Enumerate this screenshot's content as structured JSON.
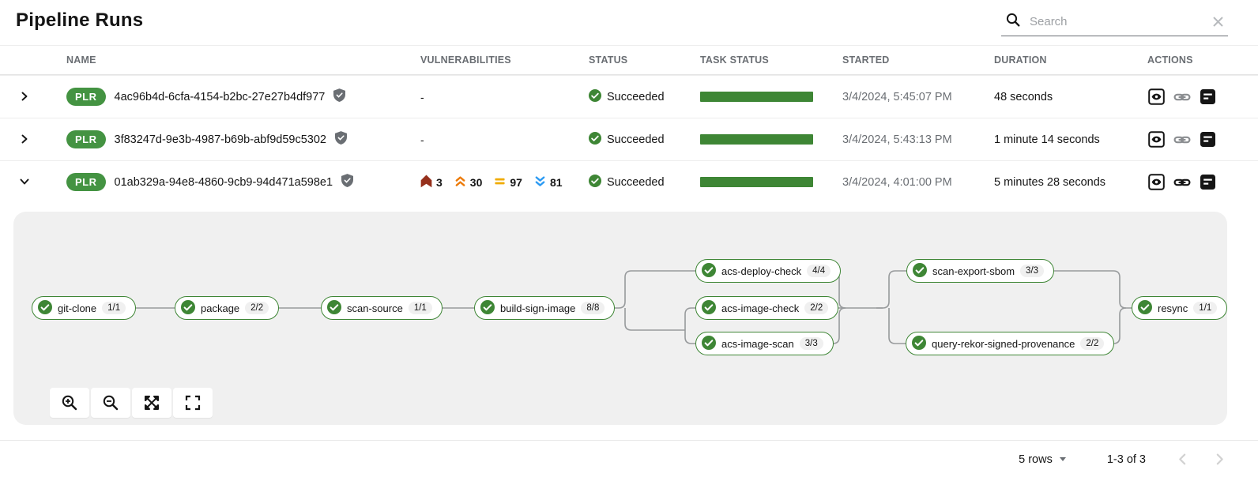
{
  "page_title": "Pipeline Runs",
  "search": {
    "placeholder": "Search",
    "value": ""
  },
  "table": {
    "columns": {
      "name": "NAME",
      "vulnerabilities": "VULNERABILITIES",
      "status": "STATUS",
      "task_status": "TASK STATUS",
      "started": "STARTED",
      "duration": "DURATION",
      "actions": "ACTIONS"
    },
    "rows": [
      {
        "resource_badge": "PLR",
        "name": "4ac96b4d-6cfa-4154-b2bc-27e27b4df977",
        "vulnerabilities": "-",
        "status": "Succeeded",
        "task_status": {
          "succeeded_percent": 100
        },
        "started": "3/4/2024, 5:45:07 PM",
        "duration": "48 seconds",
        "expanded": false
      },
      {
        "resource_badge": "PLR",
        "name": "3f83247d-9e3b-4987-b69b-abf9d59c5302",
        "vulnerabilities": "-",
        "status": "Succeeded",
        "task_status": {
          "succeeded_percent": 100
        },
        "started": "3/4/2024, 5:43:13 PM",
        "duration": "1 minute 14 seconds",
        "expanded": false
      },
      {
        "resource_badge": "PLR",
        "name": "01ab329a-94e8-4860-9cb9-94d471a598e1",
        "vulnerabilities": {
          "critical": "3",
          "high": "30",
          "medium": "97",
          "low": "81"
        },
        "status": "Succeeded",
        "task_status": {
          "succeeded_percent": 100
        },
        "started": "3/4/2024, 4:01:00 PM",
        "duration": "5 minutes 28 seconds",
        "expanded": true
      }
    ]
  },
  "pipeline_graph": {
    "tasks": [
      {
        "label": "git-clone",
        "badge": "1/1",
        "status": "Succeeded"
      },
      {
        "label": "package",
        "badge": "2/2",
        "status": "Succeeded"
      },
      {
        "label": "scan-source",
        "badge": "1/1",
        "status": "Succeeded"
      },
      {
        "label": "build-sign-image",
        "badge": "8/8",
        "status": "Succeeded"
      },
      {
        "label": "acs-deploy-check",
        "badge": "4/4",
        "status": "Succeeded"
      },
      {
        "label": "acs-image-check",
        "badge": "2/2",
        "status": "Succeeded"
      },
      {
        "label": "acs-image-scan",
        "badge": "3/3",
        "status": "Succeeded"
      },
      {
        "label": "scan-export-sbom",
        "badge": "3/3",
        "status": "Succeeded"
      },
      {
        "label": "query-rekor-signed-provenance",
        "badge": "2/2",
        "status": "Succeeded"
      },
      {
        "label": "resync",
        "badge": "1/1",
        "status": "Succeeded"
      }
    ]
  },
  "pagination": {
    "rows_per_page": "5 rows",
    "range": "1-3 of 3"
  },
  "colors": {
    "succeeded_green": "#3E8635",
    "badge_green": "#449342",
    "severity_critical": "#96301c",
    "severity_high": "#EC7A08",
    "severity_medium": "#F0AB00",
    "severity_low": "#2B9AF3",
    "panel_background": "#f0f0f0"
  }
}
